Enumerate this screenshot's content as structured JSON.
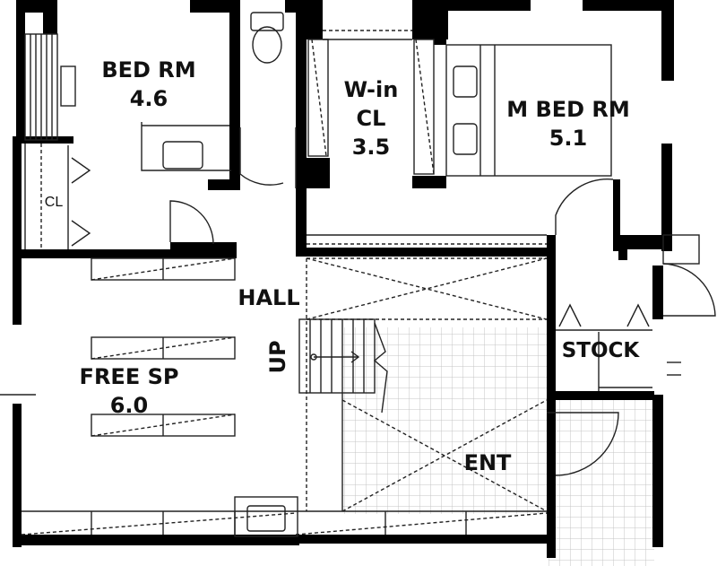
{
  "rooms": {
    "bed_rm": {
      "name": "BED RM",
      "size": "4.6"
    },
    "walkin_cl": {
      "line1": "W-in",
      "line2": "CL",
      "size": "3.5"
    },
    "m_bed_rm": {
      "name": "M BED RM",
      "size": "5.1"
    },
    "closet": {
      "name": "CL"
    },
    "hall": {
      "name": "HALL"
    },
    "free_sp": {
      "name": "FREE SP",
      "size": "6.0"
    },
    "stock": {
      "name": "STOCK"
    },
    "entrance": {
      "name": "ENT"
    }
  },
  "stair": {
    "direction_label": "UP"
  },
  "colors": {
    "wall": "#000000",
    "line": "#222222",
    "tile": "#bdbdbd"
  }
}
